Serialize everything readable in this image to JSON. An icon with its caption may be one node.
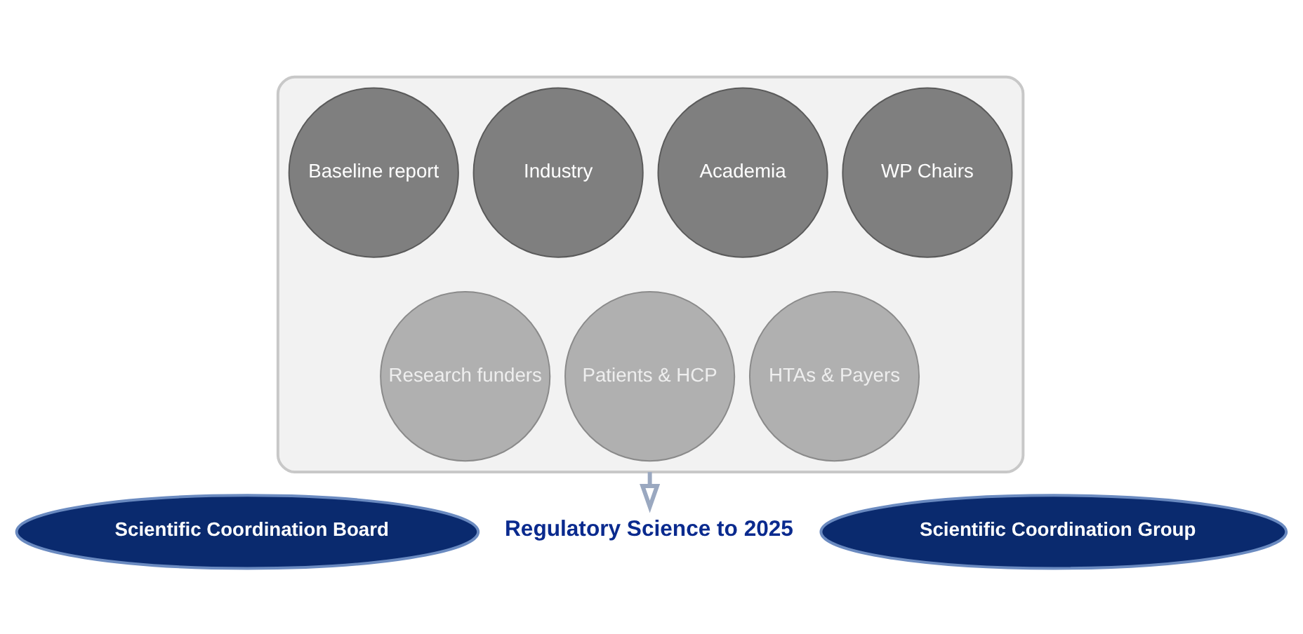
{
  "diagram": {
    "nodes": [
      {
        "text": [],
        "shape": "funnel"
      },
      {
        "text": [
          "Baseline report"
        ],
        "in": 0
      },
      {
        "text": [
          "Industry"
        ],
        "in": 0
      },
      {
        "text": [
          "Academia"
        ],
        "in": 0
      },
      {
        "text": [
          "WP Chairs"
        ],
        "in": 0
      },
      {
        "text": [
          "Research funders"
        ],
        "in": 0
      },
      {
        "text": [
          "HTAs & Payers"
        ],
        "in": 0
      },
      {
        "text": [
          "Patients & HCP"
        ],
        "in": 0
      },
      {
        "text": [
          "Scientific Coordination Board"
        ]
      },
      {
        "text": [
          "Scientific Coordination Group"
        ]
      },
      {
        "text": [
          "Regulatory Science to 2025"
        ]
      }
    ],
    "edges": [
      {
        "from": 0,
        "to": 10,
        "arrow": "to"
      }
    ]
  }
}
